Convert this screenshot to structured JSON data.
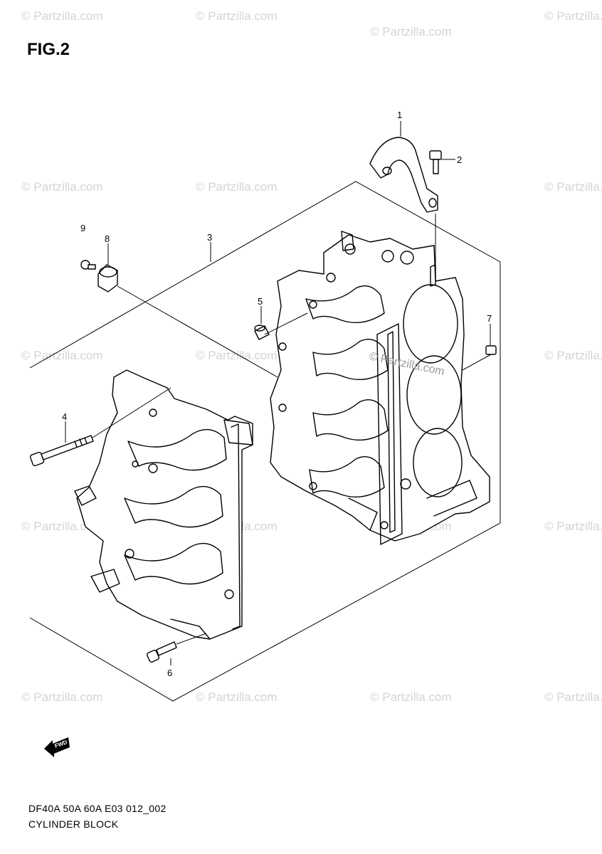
{
  "figure": {
    "title": "FIG.2",
    "code": "DF40A 50A 60A E03 012_002",
    "name": "CYLINDER BLOCK"
  },
  "watermark": {
    "text": "© Partzilla.com",
    "center_text": "© Partzilla.com"
  },
  "arrow": {
    "label": "FWD"
  },
  "callouts": [
    "1",
    "2",
    "3",
    "4",
    "5",
    "6",
    "7",
    "8",
    "9"
  ]
}
